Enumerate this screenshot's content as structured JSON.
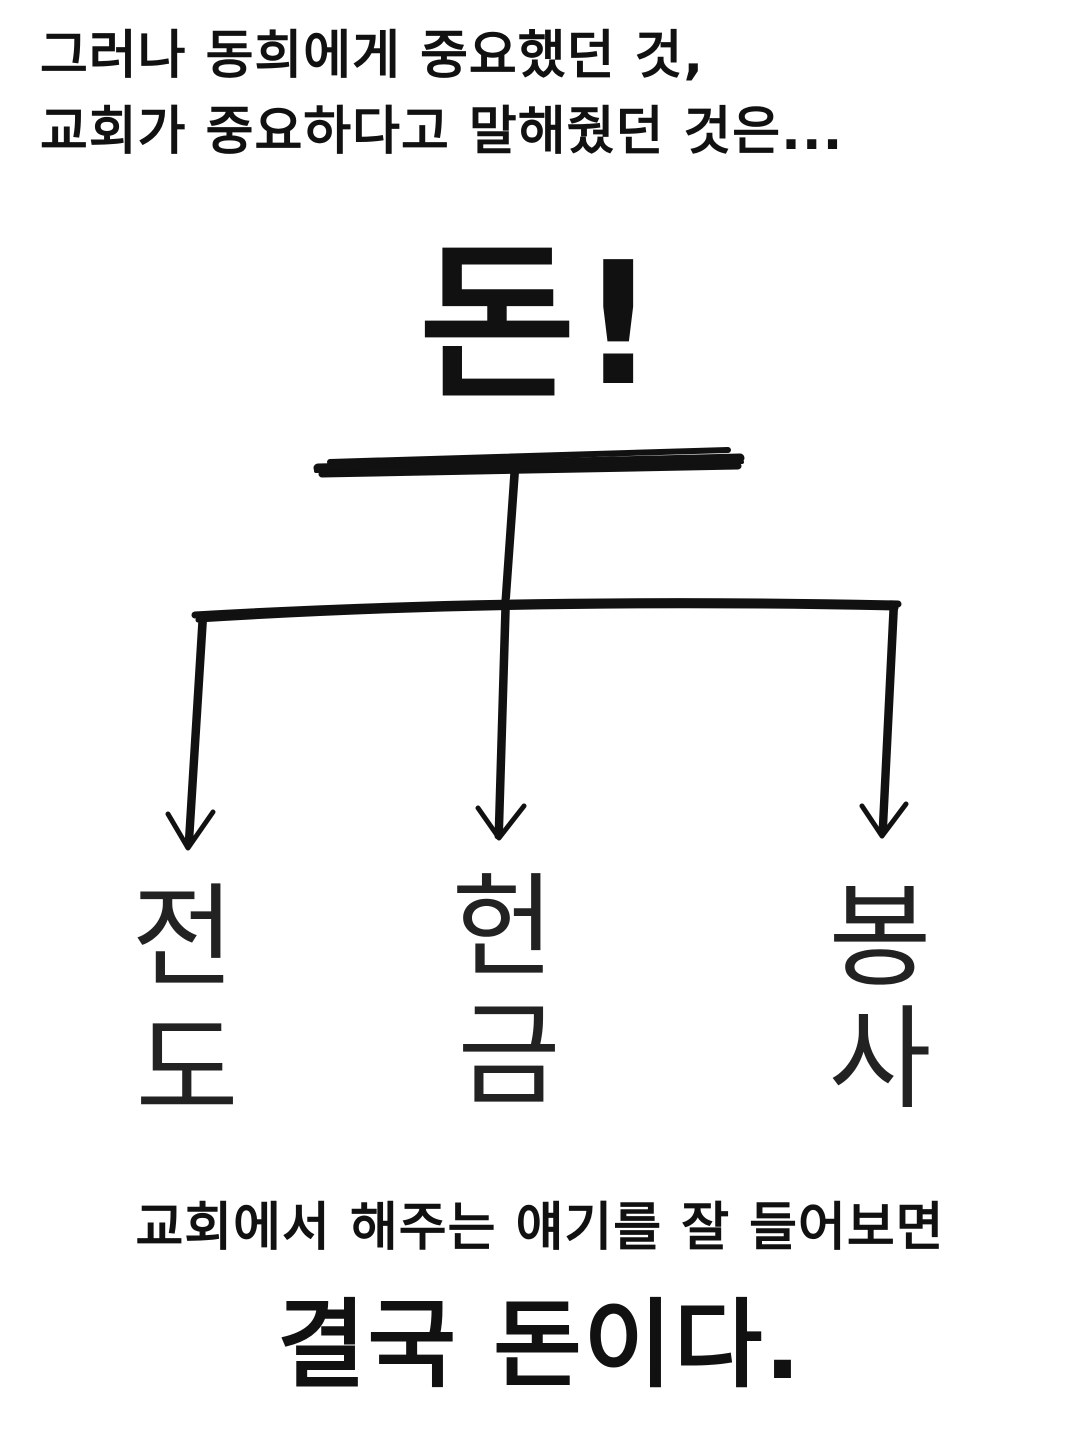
{
  "intro": {
    "line1": "그러나 동희에게 중요했던 것,",
    "line2": "교회가 중요하다고 말해줬던 것은..."
  },
  "headline": "돈!",
  "branches": [
    {
      "chars": [
        "전",
        "도"
      ]
    },
    {
      "chars": [
        "헌",
        "금"
      ]
    },
    {
      "chars": [
        "봉",
        "사"
      ]
    }
  ],
  "outro": {
    "line1": "교회에서 해주는 얘기를 잘 들어보면",
    "line2": "결국 돈이다."
  },
  "colors": {
    "ink": "#111111",
    "background": "#ffffff"
  }
}
